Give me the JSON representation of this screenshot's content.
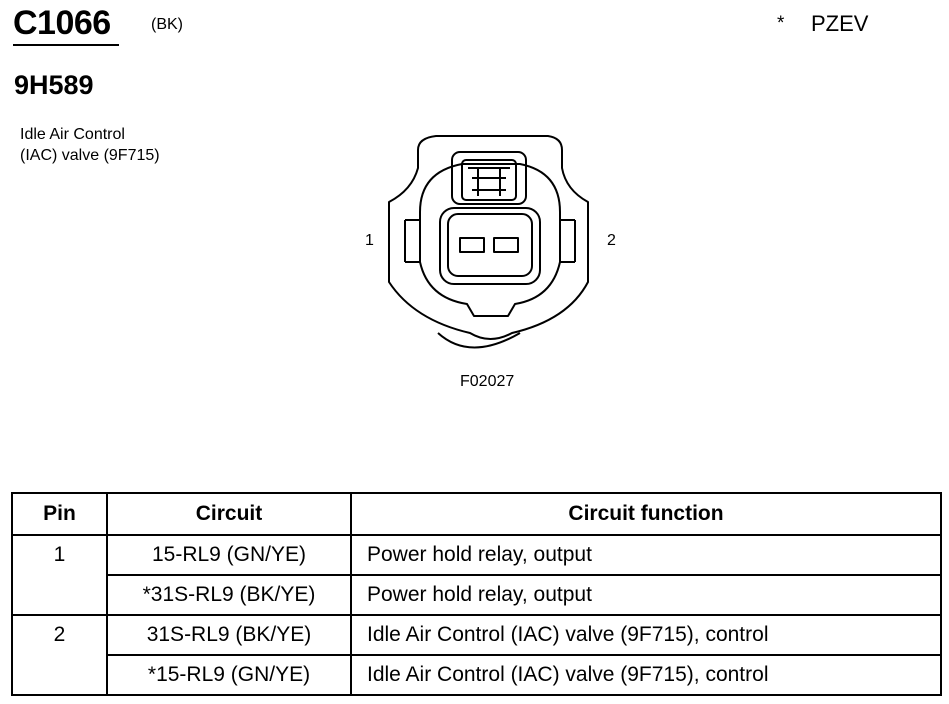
{
  "header": {
    "connector_id": "C1066",
    "connector_color": "(BK)",
    "pzev_marker": "*",
    "pzev_label": "PZEV",
    "part_number": "9H589",
    "description_line1": "Idle Air Control",
    "description_line2": "(IAC) valve (9F715)"
  },
  "diagram": {
    "pin_left_label": "1",
    "pin_right_label": "2",
    "figure_code": "F02027"
  },
  "table": {
    "headers": [
      "Pin",
      "Circuit",
      "Circuit function"
    ],
    "rows": [
      {
        "pin": "1",
        "circuit": "15-RL9 (GN/YE)",
        "function": "Power hold relay, output"
      },
      {
        "pin": "",
        "circuit": "*31S-RL9 (BK/YE)",
        "function": "Power hold relay, output"
      },
      {
        "pin": "2",
        "circuit": "31S-RL9 (BK/YE)",
        "function": "Idle Air Control (IAC) valve (9F715), control"
      },
      {
        "pin": "",
        "circuit": "*15-RL9 (GN/YE)",
        "function": "Idle Air Control (IAC) valve (9F715), control"
      }
    ]
  }
}
